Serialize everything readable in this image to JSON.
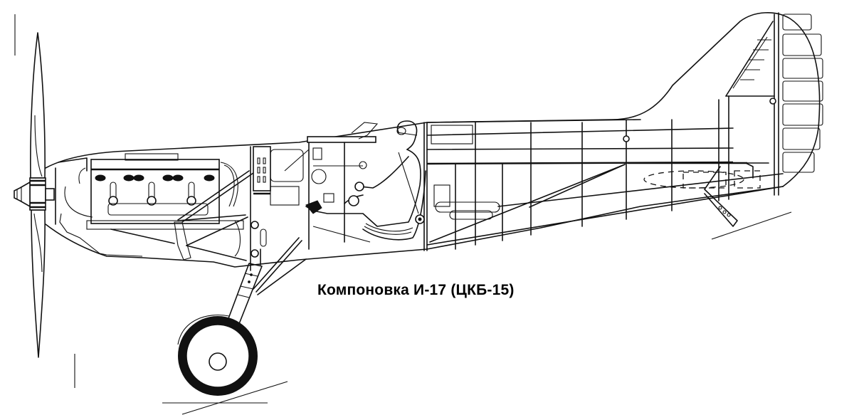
{
  "caption": "Компоновка И-17 (ЦКБ-15)",
  "drawing": {
    "subject": "aircraft-cutaway-side-view",
    "line_color": "#111111",
    "background_color": "#ffffff",
    "components": [
      "propeller",
      "spinner",
      "engine",
      "engine-mount",
      "firewall",
      "cockpit",
      "pilot",
      "seat",
      "fuselage-frame",
      "fin-and-rudder",
      "tail-skid",
      "main-landing-gear",
      "wheel",
      "ground-lines"
    ]
  }
}
